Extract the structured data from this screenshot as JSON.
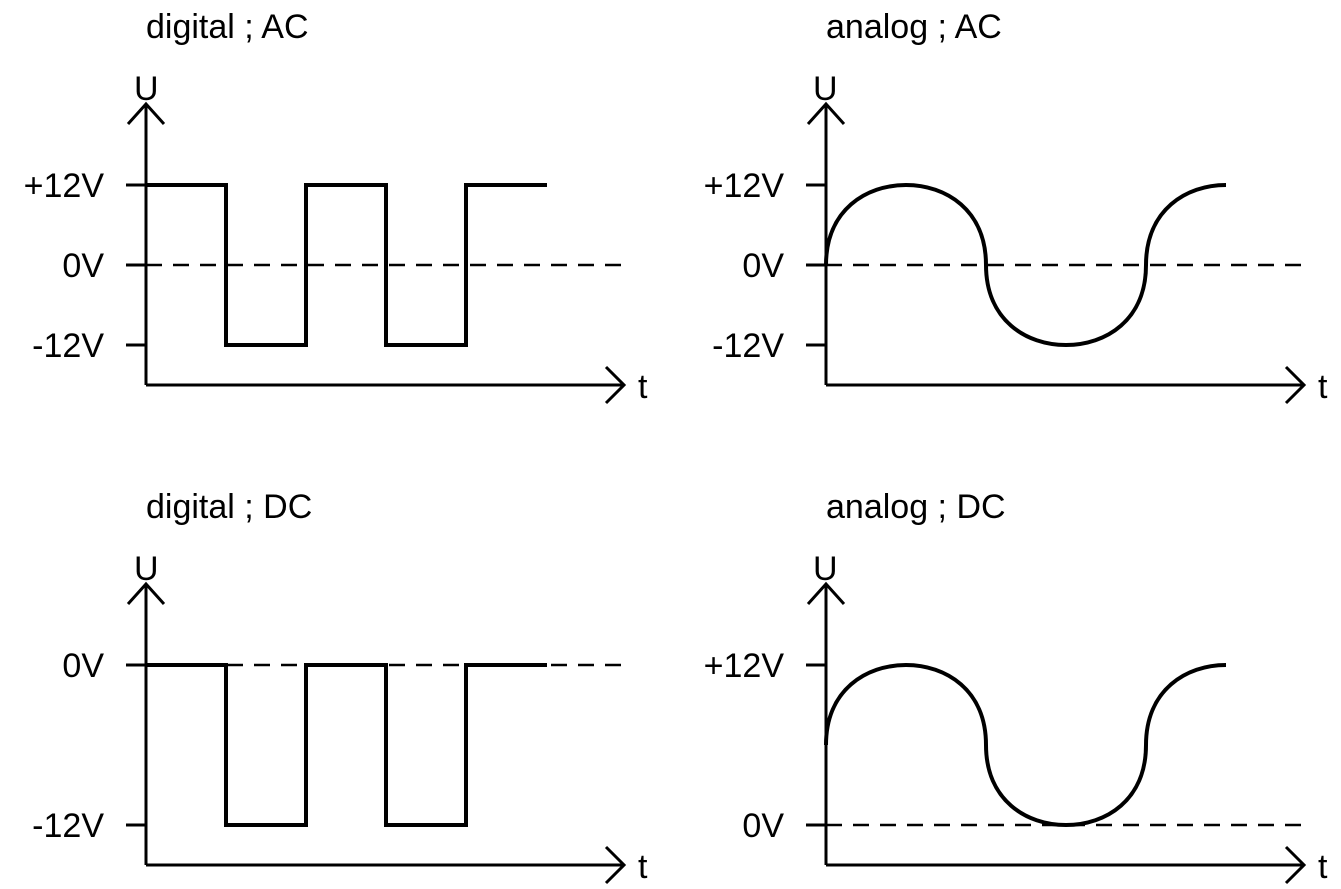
{
  "panels": [
    {
      "id": "digital-ac",
      "title": "digital ; AC",
      "y_axis_label": "U",
      "x_axis_label": "t",
      "ticks": [
        "+12V",
        "0V",
        "-12V"
      ],
      "signal": "digital",
      "levels": [
        "+12V",
        "-12V"
      ]
    },
    {
      "id": "analog-ac",
      "title": "analog ; AC",
      "y_axis_label": "U",
      "x_axis_label": "t",
      "ticks": [
        "+12V",
        "0V",
        "-12V"
      ],
      "signal": "analog",
      "levels": [
        "+12V",
        "-12V"
      ]
    },
    {
      "id": "digital-dc",
      "title": "digital ; DC",
      "y_axis_label": "U",
      "x_axis_label": "t",
      "ticks": [
        "0V",
        "-12V"
      ],
      "signal": "digital",
      "levels": [
        "0V",
        "-12V"
      ]
    },
    {
      "id": "analog-dc",
      "title": "analog ; DC",
      "y_axis_label": "U",
      "x_axis_label": "t",
      "ticks": [
        "+12V",
        "0V"
      ],
      "signal": "analog",
      "levels": [
        "+12V",
        "0V"
      ]
    }
  ]
}
